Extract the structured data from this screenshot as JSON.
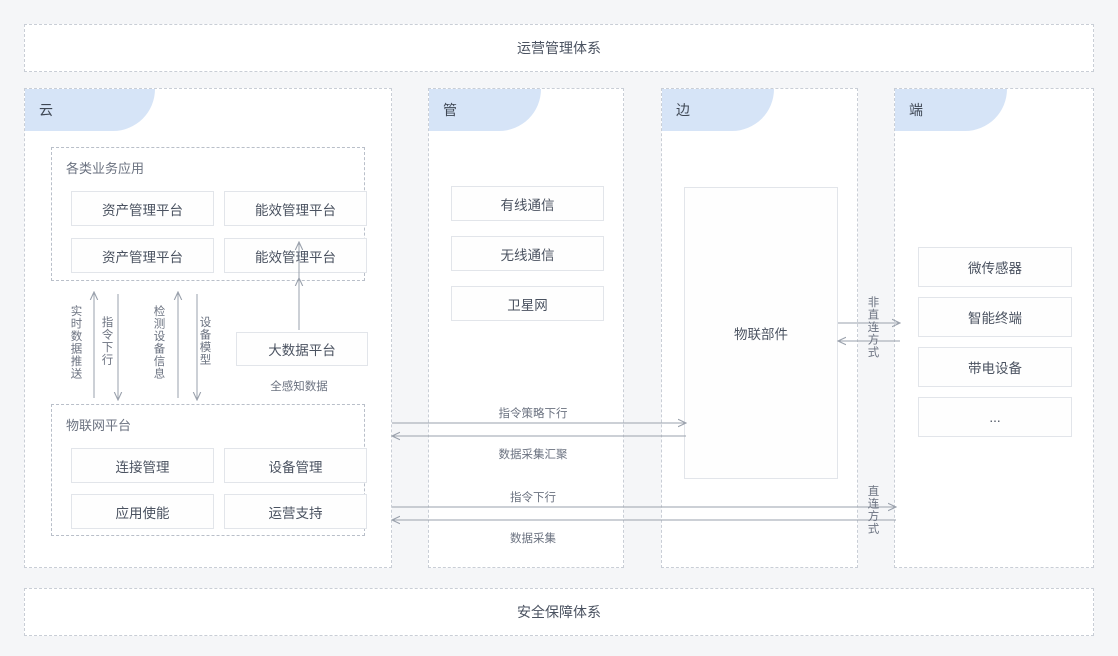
{
  "banners": {
    "top": "运营管理体系",
    "bottom": "安全保障体系"
  },
  "columns": {
    "cloud": {
      "label": "云",
      "app_group": {
        "title": "各类业务应用",
        "items": [
          "资产管理平台",
          "能效管理平台",
          "资产管理平台",
          "能效管理平台"
        ]
      },
      "bigdata_box": "大数据平台",
      "bigdata_inbound_label": "全感知数据",
      "iot_group": {
        "title": "物联网平台",
        "items": [
          "连接管理",
          "设备管理",
          "应用使能",
          "运营支持"
        ]
      },
      "flow_labels": {
        "up_1": "实时数据推送",
        "down_1": "指令下行",
        "up_2": "检测设备信息",
        "down_2": "设备模型"
      }
    },
    "pipe": {
      "label": "管",
      "items": [
        "有线通信",
        "无线通信",
        "卫星网"
      ]
    },
    "edge": {
      "label": "边",
      "items": [
        "物联部件"
      ]
    },
    "terminal": {
      "label": "端",
      "items": [
        "微传感器",
        "智能终端",
        "带电设备",
        "..."
      ]
    }
  },
  "connections": {
    "upper_downlink": "指令策略下行",
    "upper_uplink": "数据采集汇聚",
    "lower_downlink": "指令下行",
    "lower_uplink": "数据采集",
    "indirect_mode": "非直连方式",
    "direct_mode": "直连方式"
  },
  "colors": {
    "header_blue": "#d6e4f7",
    "page_bg": "#f5f6f8",
    "dash_border": "#c9ced6",
    "box_border": "#e2e5ea",
    "text": "#4a5260",
    "wire": "#9aa1ac"
  }
}
